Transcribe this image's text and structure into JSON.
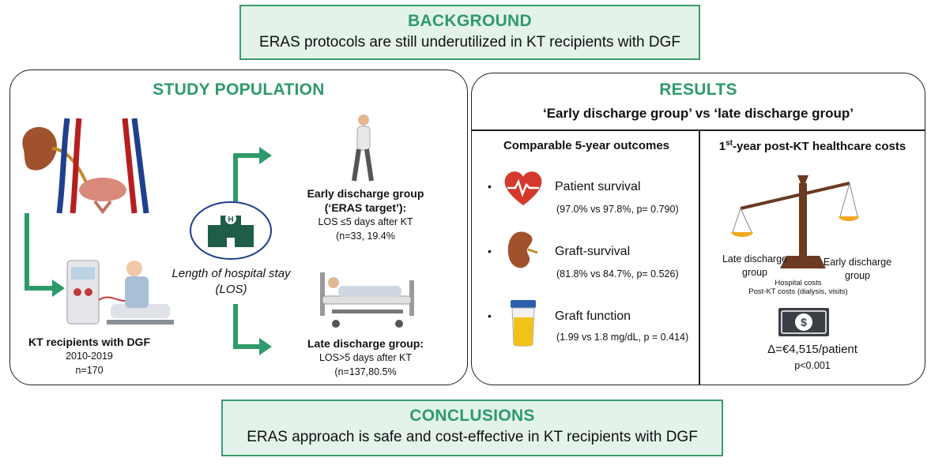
{
  "background": {
    "heading": "BACKGROUND",
    "text": "ERAS protocols are still underutilized in KT recipients with DGF"
  },
  "study_population": {
    "heading": "STUDY POPULATION",
    "kt_recipients": "KT recipients with DGF",
    "years": "2010-2019",
    "n": "n=170",
    "los_line1": "Length of hospital stay",
    "los_line2": "(LOS)",
    "early_group": {
      "title1": "Early discharge group",
      "title2": "(‘ERAS target’):",
      "criterion": "LOS ≤5 days after KT",
      "n": "(n=33, 19.4%"
    },
    "late_group": {
      "title": "Late discharge group:",
      "criterion": "LOS>5 days after KT",
      "n": "(n=137,80.5%"
    }
  },
  "results": {
    "heading": "RESULTS",
    "comparison": "‘Early discharge group’ vs ‘late discharge group’",
    "outcomes_heading": "Comparable 5-year outcomes",
    "outcomes": [
      {
        "label": "Patient survival",
        "detail": "(97.0% vs 97.8%, p= 0.790)",
        "icon": "heart-icon"
      },
      {
        "label": "Graft-survival",
        "detail": "(81.8% vs 84.7%, p= 0.526)",
        "icon": "kidney-icon"
      },
      {
        "label": "Graft function",
        "detail": "(1.99 vs 1.8 mg/dL, p = 0.414)",
        "icon": "urine-cup-icon"
      }
    ],
    "costs_heading_pre": "1",
    "costs_heading_sup": "st",
    "costs_heading_post": "-year post-KT healthcare costs",
    "scale_left": [
      "Late discharge",
      "group"
    ],
    "scale_right": [
      "Early discharge",
      "group"
    ],
    "costs_note1": "Hospital costs",
    "costs_note2": "Post-KT costs (dialysis, visits)",
    "delta": "Δ=€4,515/patient",
    "p": "p<0.001"
  },
  "conclusions": {
    "heading": "CONCLUSIONS",
    "text": "ERAS approach is safe and cost-effective in KT recipients with DGF"
  },
  "colors": {
    "accent": "#2e9a6a",
    "box_fill": "#e3f3ea",
    "box_border": "#3a9c6d"
  }
}
